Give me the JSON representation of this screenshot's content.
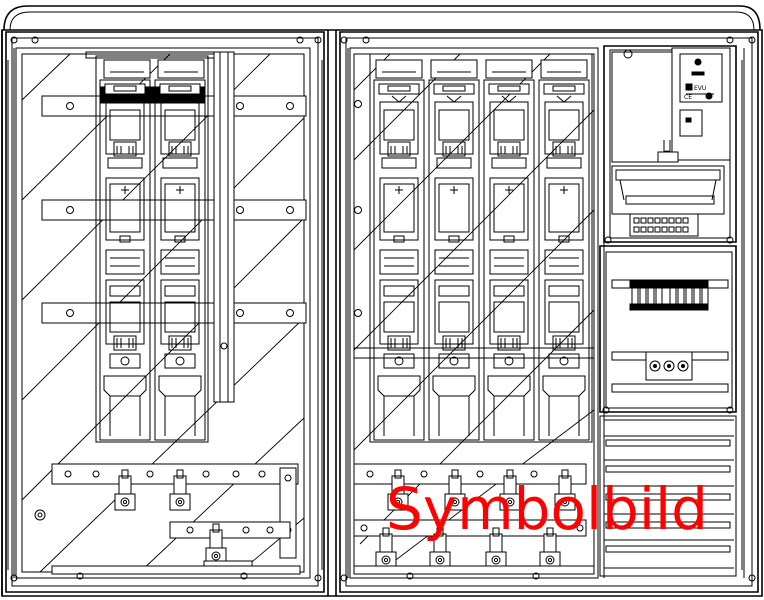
{
  "watermark": {
    "text": "Symbolbild",
    "color": "#ff0000"
  },
  "meter_label": {
    "brand": "EVU",
    "mark": "CE"
  },
  "colors": {
    "line": "#000000",
    "background": "#ffffff",
    "watermark": "#ff0000"
  }
}
